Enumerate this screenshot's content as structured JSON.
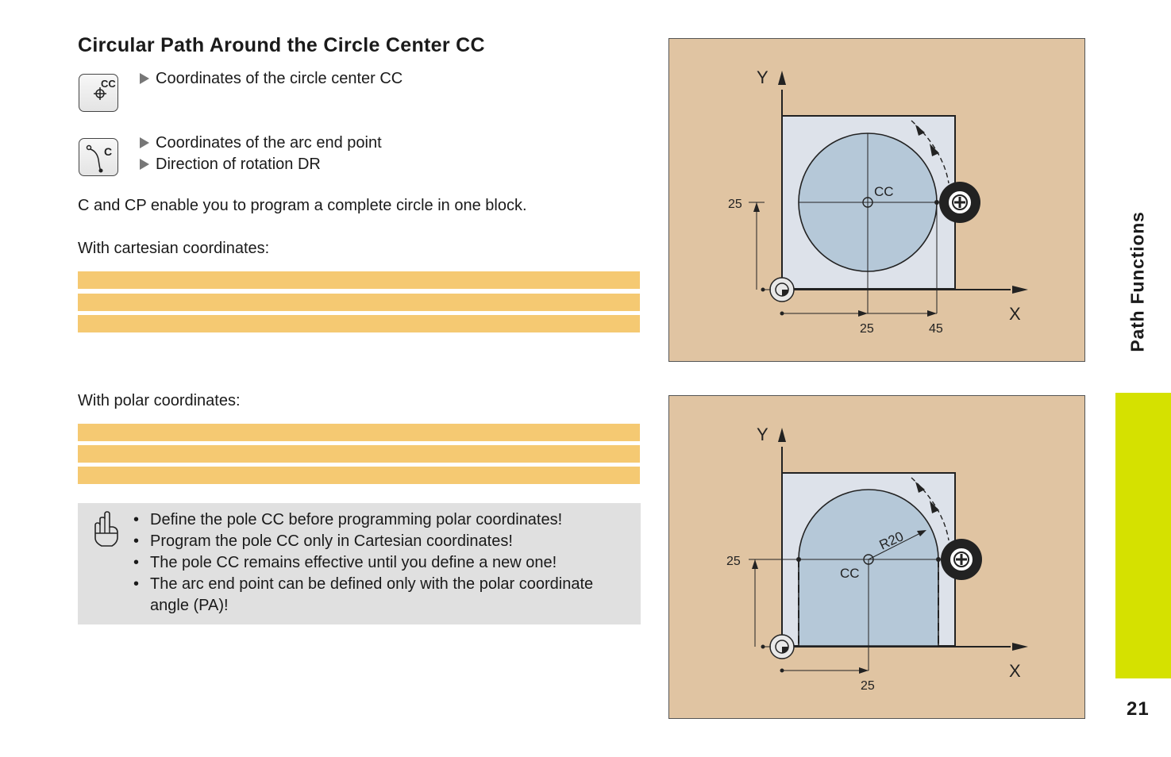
{
  "page": {
    "title": "Circular Path Around the Circle Center CC",
    "section_tab": "Path Functions",
    "page_number": "21"
  },
  "keys": {
    "cc_key_label": "CC",
    "c_key_label": "C"
  },
  "bullets": {
    "cc": [
      "Coordinates of the circle center CC"
    ],
    "c": [
      "Coordinates of the arc end point",
      "Direction of rotation DR"
    ]
  },
  "body": {
    "intro": "C and CP enable you to program a complete circle in one block.",
    "cartesian_label": "With cartesian coordinates:",
    "polar_label": "With polar coordinates:"
  },
  "note": {
    "icon": "pointing-hand-icon",
    "items": [
      "Define the pole CC before programming polar coordinates!",
      "Program the pole CC only in Cartesian coordinates!",
      "The pole CC remains effective until you define a new one!",
      "The arc end point can be defined only with the polar coordinate angle (PA)!"
    ]
  },
  "figure1": {
    "y_axis": "Y",
    "x_axis": "X",
    "center_label": "CC",
    "y_dim": "25",
    "x_dim_center": "25",
    "x_dim_end": "45"
  },
  "figure2": {
    "y_axis": "Y",
    "x_axis": "X",
    "center_label": "CC",
    "radius_label": "R20",
    "y_dim": "25",
    "x_dim_center": "25"
  },
  "colors": {
    "code_bar": "#f5c972",
    "figure_background": "#e0c4a2",
    "workpiece": "#dde2ea",
    "circle_fill": "#b5c8d8",
    "side_tab": "#d5e100",
    "note_background": "#e0e0e0"
  }
}
